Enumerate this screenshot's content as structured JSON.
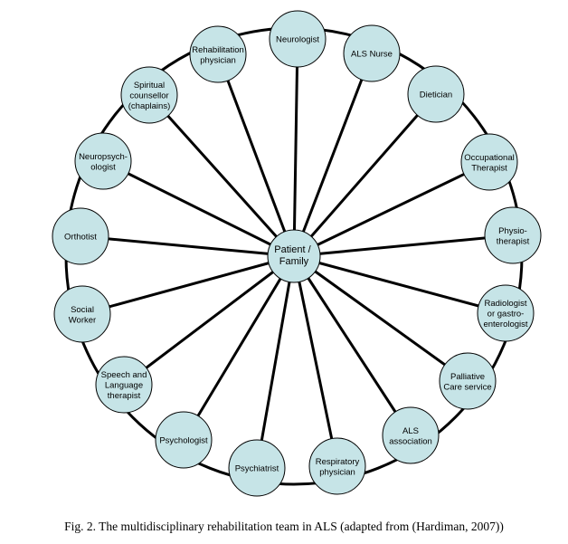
{
  "diagram": {
    "center": {
      "label_lines": [
        "Patient /",
        "Family"
      ]
    },
    "nodes": [
      {
        "id": "neurologist",
        "label_lines": [
          "Neurologist"
        ]
      },
      {
        "id": "als-nurse",
        "label_lines": [
          "ALS Nurse"
        ]
      },
      {
        "id": "dietician",
        "label_lines": [
          "Dietician"
        ]
      },
      {
        "id": "occupational-therapist",
        "label_lines": [
          "Occupational",
          "Therapist"
        ]
      },
      {
        "id": "physiotherapist",
        "label_lines": [
          "Physio-",
          "therapist"
        ]
      },
      {
        "id": "radiologist",
        "label_lines": [
          "Radiologist",
          "or gastro-",
          "enterologist"
        ]
      },
      {
        "id": "palliative-care-service",
        "label_lines": [
          "Palliative",
          "Care service"
        ]
      },
      {
        "id": "als-association",
        "label_lines": [
          "ALS",
          "association"
        ]
      },
      {
        "id": "respiratory-physician",
        "label_lines": [
          "Respiratory",
          "physician"
        ]
      },
      {
        "id": "psychiatrist",
        "label_lines": [
          "Psychiatrist"
        ]
      },
      {
        "id": "psychologist",
        "label_lines": [
          "Psychologist"
        ]
      },
      {
        "id": "speech-language-therapist",
        "label_lines": [
          "Speech and",
          "Language",
          "therapist"
        ]
      },
      {
        "id": "social-worker",
        "label_lines": [
          "Social",
          "Worker"
        ]
      },
      {
        "id": "orthotist",
        "label_lines": [
          "Orthotist"
        ]
      },
      {
        "id": "neuropsychologist",
        "label_lines": [
          "Neuropsych-",
          "ologist"
        ]
      },
      {
        "id": "spiritual-counsellor",
        "label_lines": [
          "Spiritual",
          "counsellor",
          "(chaplains)"
        ]
      },
      {
        "id": "rehabilitation-physician",
        "label_lines": [
          "Rehabilitation",
          "physician"
        ]
      }
    ]
  },
  "caption": "Fig. 2. The multidisciplinary rehabilitation team in ALS (adapted from (Hardiman, 2007))"
}
